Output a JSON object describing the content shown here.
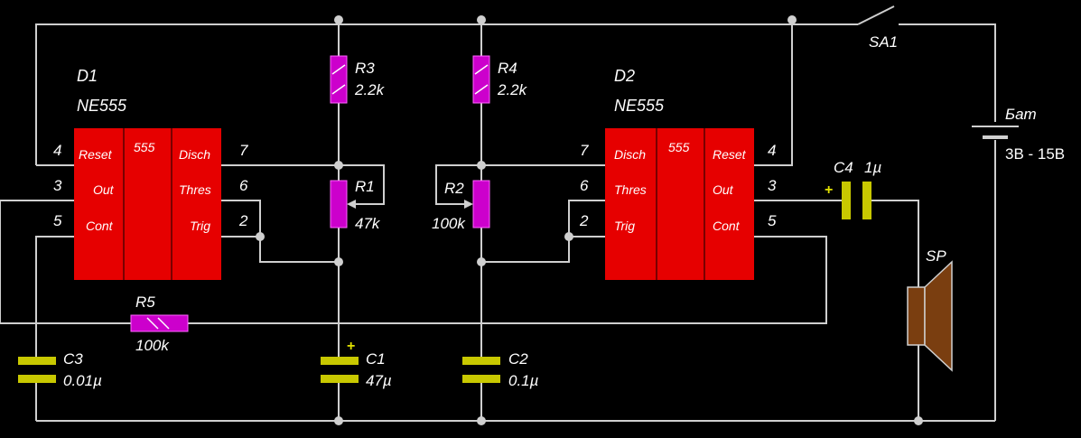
{
  "colors": {
    "background": "#000000",
    "wire": "#cfcfcf",
    "chip": "#e60000",
    "resistor": "#cc00cc",
    "capacitor": "#c8c800",
    "speaker": "#7a3e10"
  },
  "d1": {
    "name": "D1",
    "part": "NE555",
    "center": "555",
    "labels": [
      "Reset",
      "Out",
      "Cont",
      "Disch",
      "Thres",
      "Trig"
    ],
    "pins": [
      "4",
      "3",
      "5",
      "7",
      "6",
      "2"
    ]
  },
  "d2": {
    "name": "D2",
    "part": "NE555",
    "center": "555",
    "labels": [
      "Disch",
      "Thres",
      "Trig",
      "Reset",
      "Out",
      "Cont"
    ],
    "pins": [
      "7",
      "6",
      "2",
      "4",
      "3",
      "5"
    ]
  },
  "r3": {
    "name": "R3",
    "value": "2.2k"
  },
  "r4": {
    "name": "R4",
    "value": "2.2k"
  },
  "r1": {
    "name": "R1",
    "value": "47k"
  },
  "r2": {
    "name": "R2",
    "value": "100k"
  },
  "r5": {
    "name": "R5",
    "value": "100k"
  },
  "c1": {
    "name": "C1",
    "value": "47µ",
    "polarity": "+"
  },
  "c2": {
    "name": "C2",
    "value": "0.1µ"
  },
  "c3": {
    "name": "C3",
    "value": "0.01µ"
  },
  "c4": {
    "name": "C4",
    "value": "1µ",
    "polarity": "+"
  },
  "sa1": {
    "name": "SA1"
  },
  "battery": {
    "name": "Бат",
    "value": "3В - 15В"
  },
  "speaker": {
    "name": "SP"
  }
}
